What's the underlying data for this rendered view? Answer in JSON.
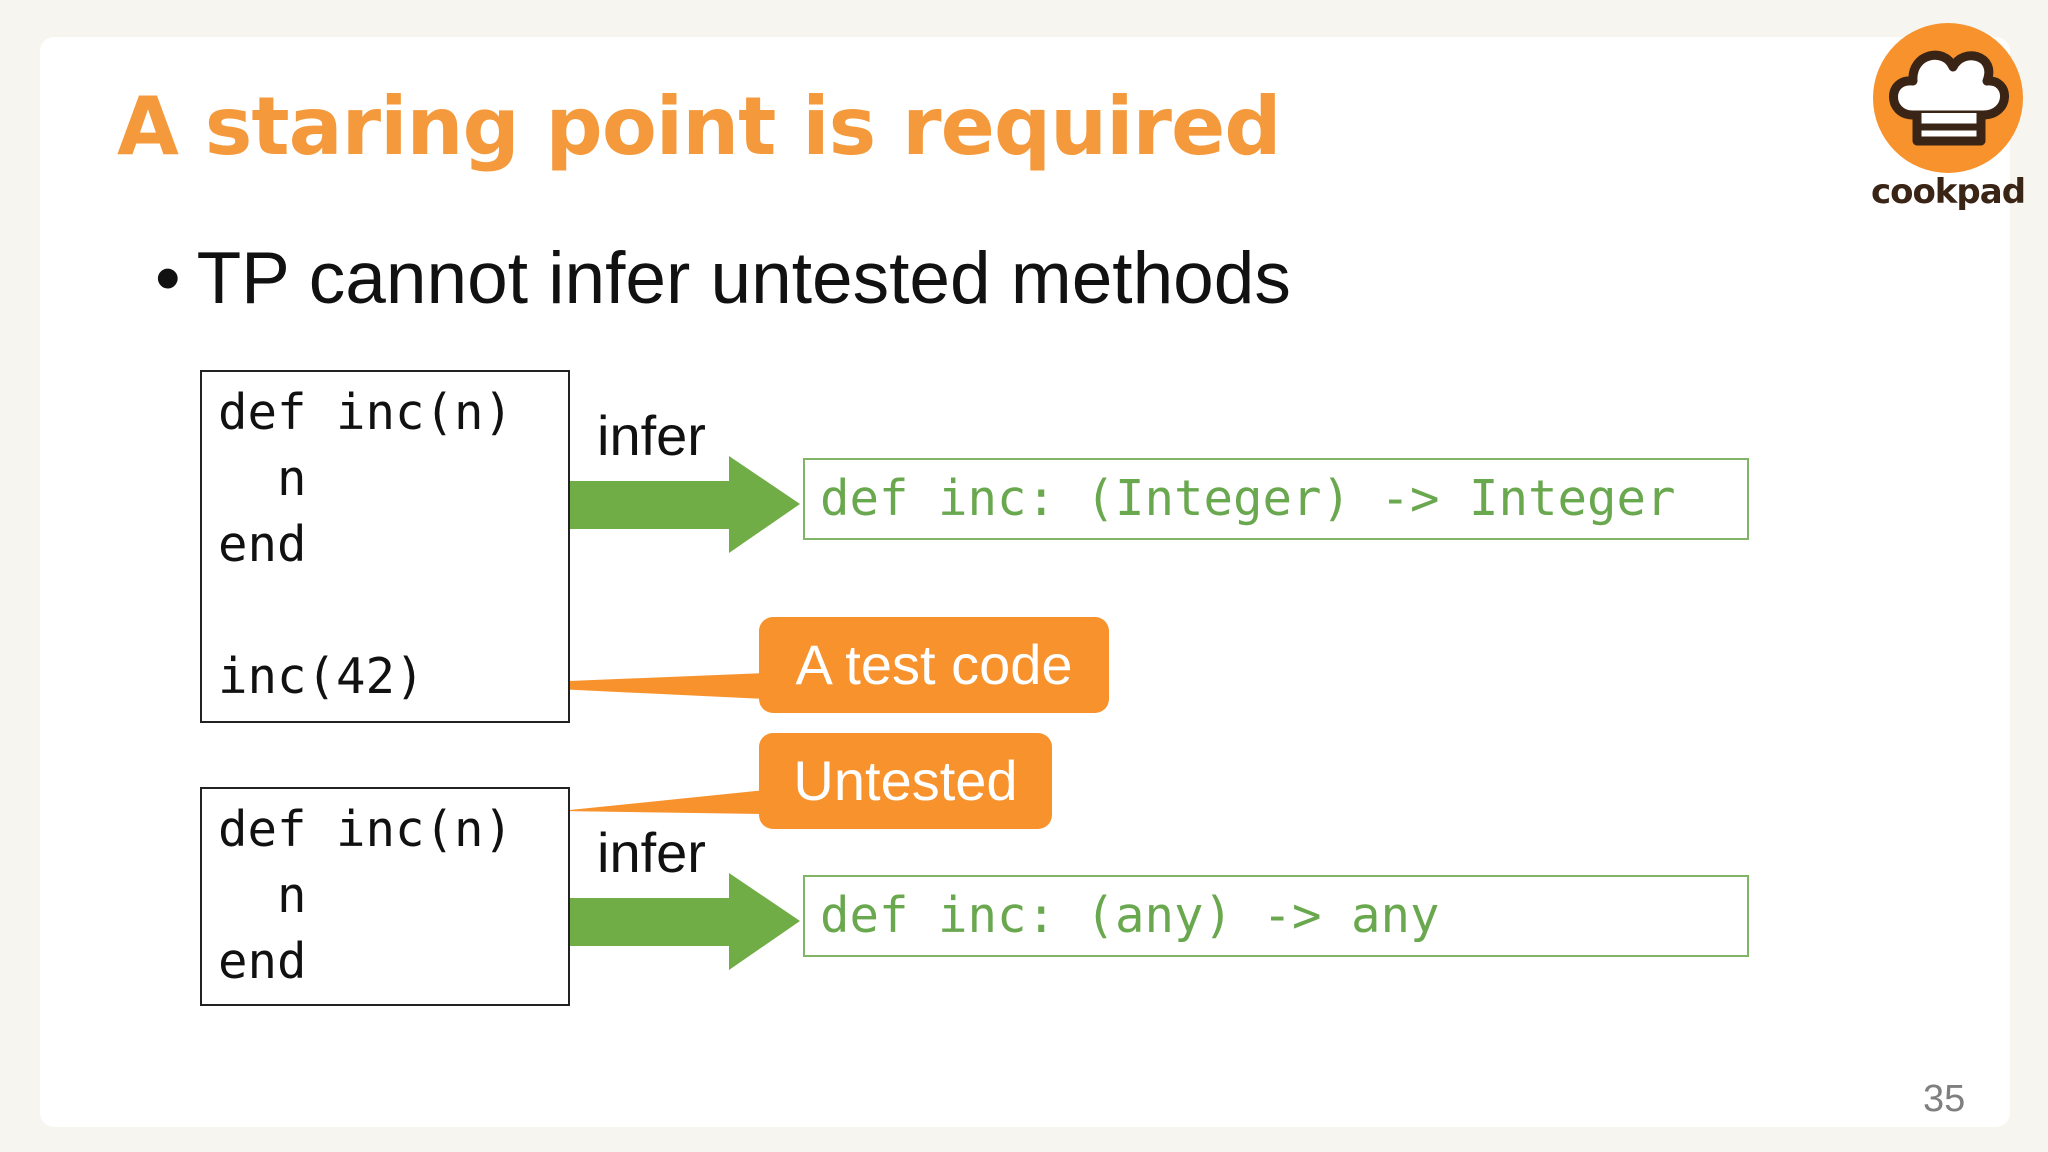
{
  "slide": {
    "title": "A staring point is required",
    "bullet": "TP cannot infer untested methods",
    "page_number": "35"
  },
  "logo": {
    "icon": "chef-hat-icon",
    "text": "cookpad",
    "color": "#f7922d"
  },
  "examples": [
    {
      "code_lines": [
        "def inc(n)",
        "  n",
        "end",
        "",
        "inc(42)"
      ],
      "arrow_label": "infer",
      "result": "def inc: (Integer) -> Integer",
      "callout": "A test code"
    },
    {
      "code_lines": [
        "def inc(n)",
        "  n",
        "end"
      ],
      "arrow_label": "infer",
      "result": "def inc: (any) -> any",
      "callout": "Untested"
    }
  ],
  "colors": {
    "title": "#f59a3c",
    "arrow": "#70ad47",
    "callout": "#f7922d",
    "result_text": "#6aa84f"
  }
}
